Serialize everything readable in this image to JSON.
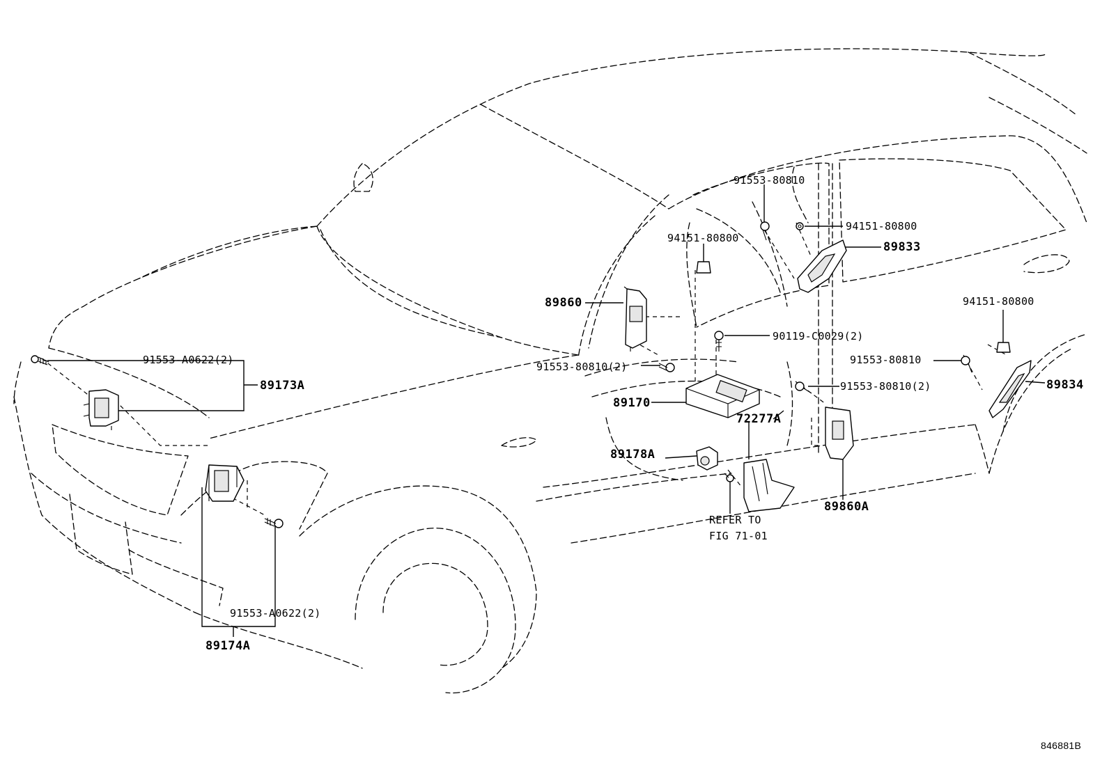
{
  "diagram": {
    "labels": {
      "bolt_91553_a0622_front": "91553-A0622(2)",
      "sensor_89173a": "89173A",
      "bolt_91553_a0622_lower": "91553-A0622(2)",
      "sensor_89174a": "89174A",
      "bolt_91553_80810_top": "91553-80810",
      "nut_94151_80800_top_right": "94151-80800",
      "nut_94151_80800_center": "94151-80800",
      "sensor_89833": "89833",
      "sensor_89860": "89860",
      "bolt_91553_80810_pillar": "91553-80810(2)",
      "bolt_90119_c0029": "90119-C0029(2)",
      "computer_89170": "89170",
      "bracket_72277a": "72277A",
      "sensor_89178a": "89178A",
      "refer_line1": "REFER TO",
      "refer_line2": "FIG 71-01",
      "sensor_89860a": "89860A",
      "nut_94151_80800_rear": "94151-80800",
      "bolt_91553_80810_rear": "91553-80810",
      "sensor_89834": "89834",
      "bolt_91553_80810_center_pillar": "91553-80810(2)",
      "illustration_code": "846881B"
    }
  }
}
